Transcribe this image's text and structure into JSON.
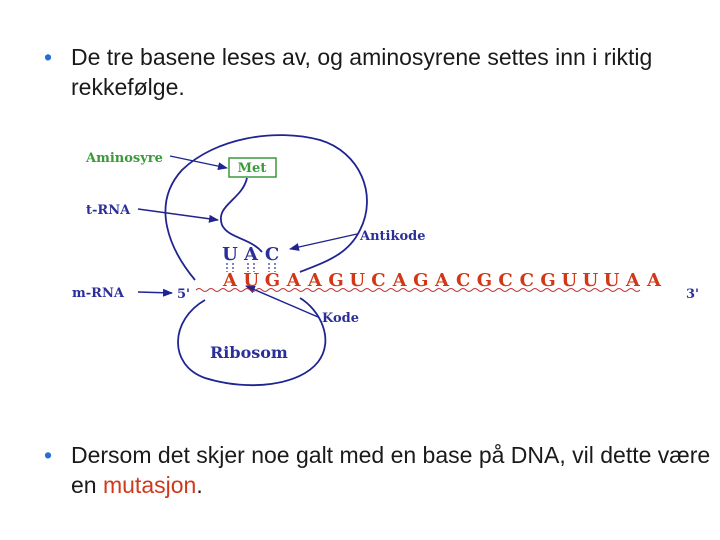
{
  "bullets": [
    {
      "text": "De tre basene leses av, og aminosyrene settes inn i riktig rekkefølge."
    },
    {
      "text_before": "Dersom det skjer noe galt med en base på DNA, vil dette være en ",
      "highlight": "mutasjon",
      "text_after": "."
    }
  ],
  "diagram": {
    "labels": {
      "aminosyre": "Aminosyre",
      "trna": "t-RNA",
      "antikode": "Antikode",
      "mrna": "m-RNA",
      "kode": "Kode",
      "ribosom": "Ribosom",
      "met": "Met",
      "five_prime": "5'",
      "three_prime": "3'"
    },
    "anticodon": [
      "U",
      "A",
      "C"
    ],
    "mrna_sequence": [
      "A",
      "U",
      "G",
      "A",
      "A",
      "G",
      "U",
      "C",
      "A",
      "G",
      "A",
      "C",
      "G",
      "C",
      "C",
      "G",
      "U",
      "U",
      "U",
      "A",
      "A"
    ],
    "colors": {
      "label_green": "#3a9a3a",
      "label_blue": "#2b2f9a",
      "base_red": "#d03818",
      "line_blue": "#1f2490"
    }
  }
}
